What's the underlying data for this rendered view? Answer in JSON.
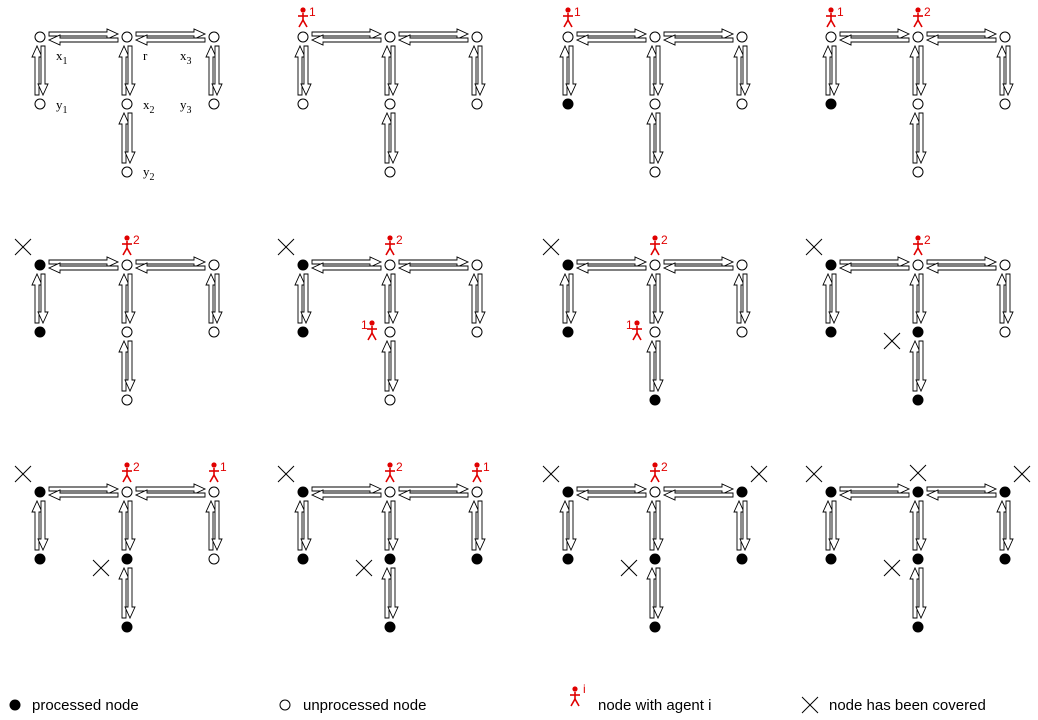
{
  "colors": {
    "agent": "#e00000",
    "ink": "#000000",
    "background": "#ffffff"
  },
  "node_labels": {
    "r": "r",
    "x1": "x",
    "x2": "x",
    "x3": "x",
    "y1": "y",
    "y2": "y",
    "y3": "y",
    "sub1": "1",
    "sub2": "2",
    "sub3": "3"
  },
  "panels": [
    {
      "processed": [],
      "covered": [],
      "agents": [],
      "labels": true
    },
    {
      "processed": [],
      "covered": [],
      "agents": [
        {
          "id": "1",
          "node": "x1"
        }
      ]
    },
    {
      "processed": [
        "y1"
      ],
      "covered": [],
      "agents": [
        {
          "id": "1",
          "node": "x1"
        }
      ]
    },
    {
      "processed": [
        "y1"
      ],
      "covered": [],
      "agents": [
        {
          "id": "1",
          "node": "x1"
        },
        {
          "id": "2",
          "node": "r"
        }
      ]
    },
    {
      "processed": [
        "x1",
        "y1"
      ],
      "covered": [
        "x1"
      ],
      "agents": [
        {
          "id": "2",
          "node": "r"
        }
      ]
    },
    {
      "processed": [
        "x1",
        "y1"
      ],
      "covered": [
        "x1"
      ],
      "agents": [
        {
          "id": "2",
          "node": "r"
        },
        {
          "id": "1",
          "node": "x2"
        }
      ]
    },
    {
      "processed": [
        "x1",
        "y1",
        "y2"
      ],
      "covered": [
        "x1"
      ],
      "agents": [
        {
          "id": "2",
          "node": "r"
        },
        {
          "id": "1",
          "node": "x2"
        }
      ]
    },
    {
      "processed": [
        "x1",
        "y1",
        "x2",
        "y2"
      ],
      "covered": [
        "x1",
        "x2"
      ],
      "agents": [
        {
          "id": "2",
          "node": "r"
        }
      ]
    },
    {
      "processed": [
        "x1",
        "y1",
        "x2",
        "y2"
      ],
      "covered": [
        "x1",
        "x2"
      ],
      "agents": [
        {
          "id": "2",
          "node": "r"
        },
        {
          "id": "1",
          "node": "x3"
        }
      ]
    },
    {
      "processed": [
        "x1",
        "y1",
        "x2",
        "y2",
        "y3"
      ],
      "covered": [
        "x1",
        "x2"
      ],
      "agents": [
        {
          "id": "2",
          "node": "r"
        },
        {
          "id": "1",
          "node": "x3"
        }
      ]
    },
    {
      "processed": [
        "x1",
        "y1",
        "x2",
        "y2",
        "x3",
        "y3"
      ],
      "covered": [
        "x1",
        "x2",
        "x3"
      ],
      "agents": [
        {
          "id": "2",
          "node": "r"
        }
      ]
    },
    {
      "processed": [
        "x1",
        "y1",
        "x2",
        "y2",
        "x3",
        "y3",
        "r"
      ],
      "covered": [
        "x1",
        "x2",
        "x3",
        "r"
      ],
      "agents": []
    }
  ],
  "legend": {
    "processed": "processed node",
    "unprocessed": "unprocessed node",
    "agent": "node with agent i",
    "agent_sup": "i",
    "covered": "node has been covered"
  }
}
